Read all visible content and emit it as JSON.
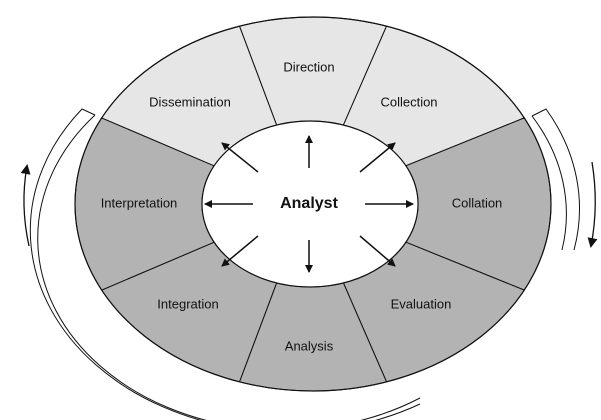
{
  "center_label": "Analyst",
  "segments": [
    {
      "label": "Direction",
      "shade": "light"
    },
    {
      "label": "Collection",
      "shade": "light"
    },
    {
      "label": "Collation",
      "shade": "dark"
    },
    {
      "label": "Evaluation",
      "shade": "dark"
    },
    {
      "label": "Analysis",
      "shade": "dark"
    },
    {
      "label": "Integration",
      "shade": "dark"
    },
    {
      "label": "Interpretation",
      "shade": "dark"
    },
    {
      "label": "Dissemination",
      "shade": "light"
    }
  ],
  "colors": {
    "light": "#e6e6e6",
    "dark": "#b3b3b3",
    "line": "#111111"
  }
}
